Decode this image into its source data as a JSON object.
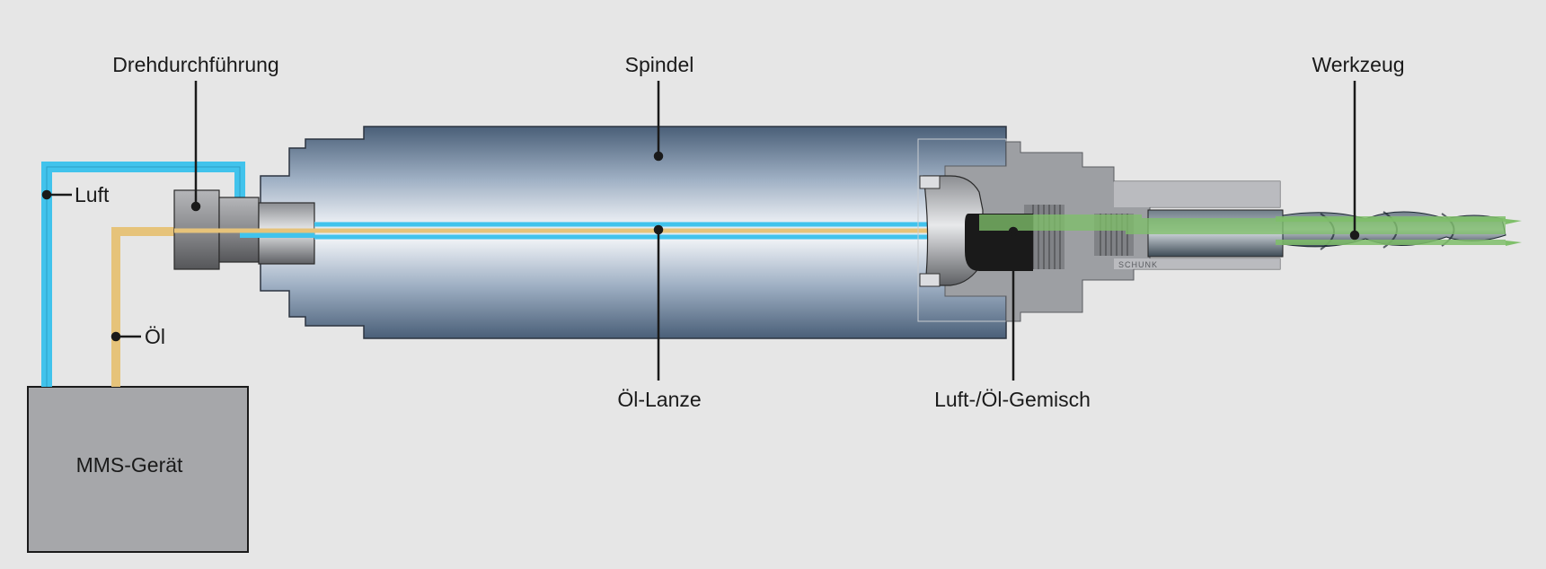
{
  "labels": {
    "drehdurchfuehrung": "Drehdurchführung",
    "spindel": "Spindel",
    "werkzeug": "Werkzeug",
    "luft": "Luft",
    "oel": "Öl",
    "oel_lanze": "Öl-Lanze",
    "gemisch": "Luft-/Öl-Gemisch",
    "mms_geraet": "MMS-Gerät",
    "holder_marking": "SCHUNK"
  },
  "colors": {
    "background": "#e6e6e6",
    "air_line": "#41c3ec",
    "oil_line": "#e6c37a",
    "mix_line": "#7fbf6a",
    "device_box": "#a6a7aa",
    "spindle_dark": "#4a5f78",
    "spindle_light": "#f4f6f9"
  }
}
